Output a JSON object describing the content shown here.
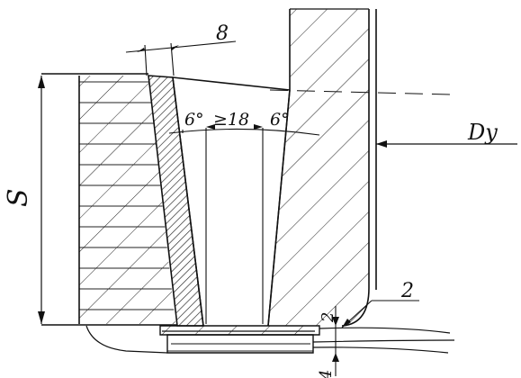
{
  "drawing": {
    "dimension_labels": {
      "shim_thickness": "8",
      "bevel_angle_left": "6°",
      "root_gap": "≥18",
      "bevel_angle_right": "6°",
      "nominal_diameter": "Dy",
      "plate_thickness": "S",
      "backing_gap": "2",
      "backing_step": "2",
      "backing_thickness": "4"
    },
    "colors": {
      "ink": "#111111",
      "background": "#ffffff"
    }
  }
}
